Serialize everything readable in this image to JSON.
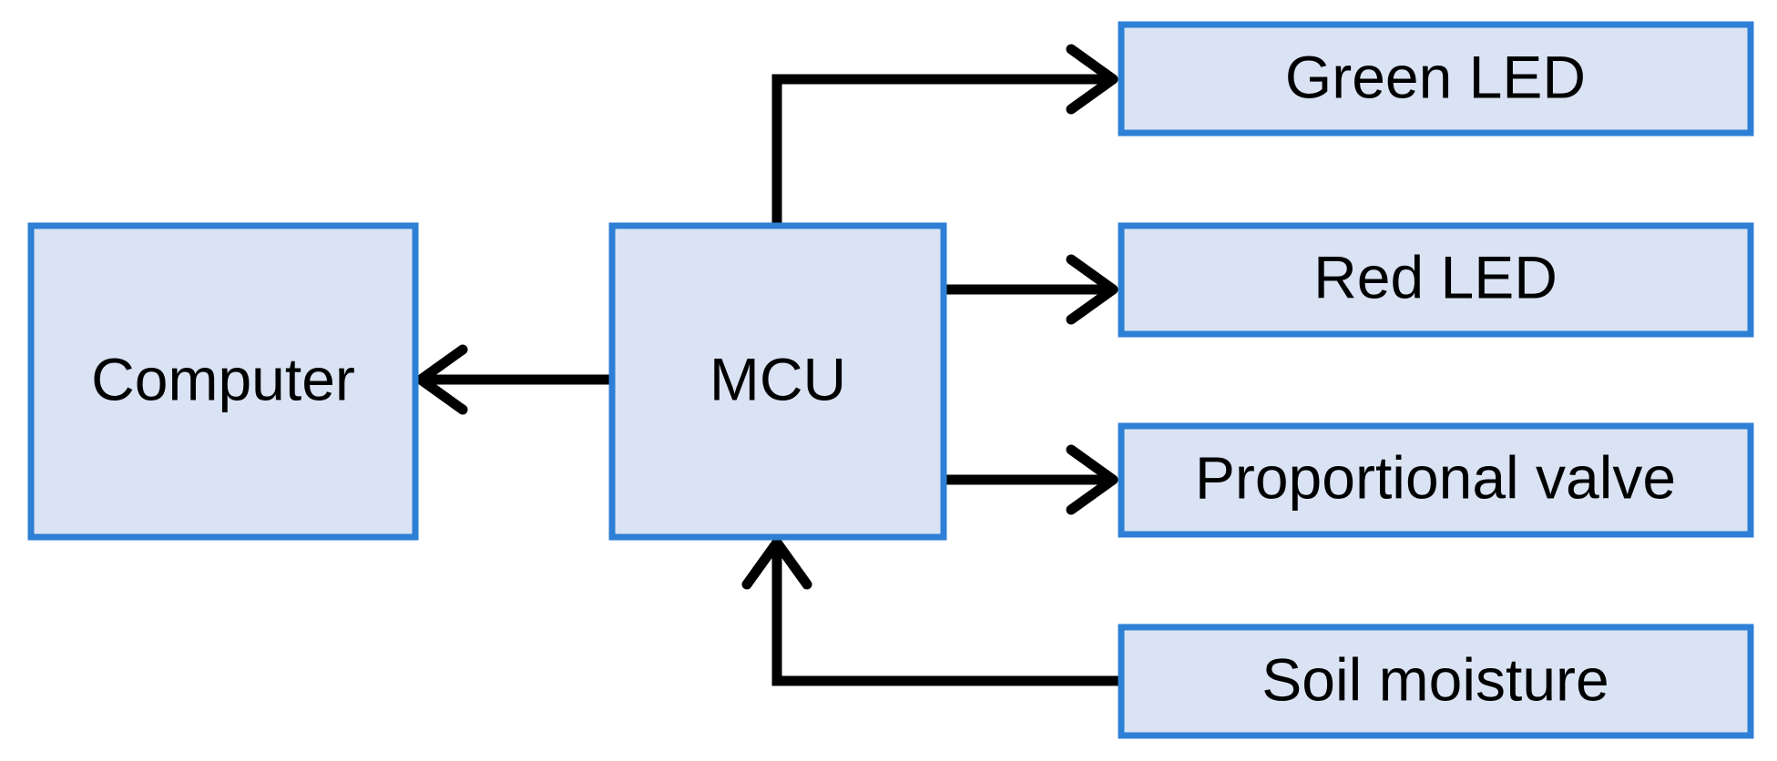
{
  "nodes": {
    "computer": {
      "label": "Computer"
    },
    "mcu": {
      "label": "MCU"
    },
    "green_led": {
      "label": "Green LED"
    },
    "red_led": {
      "label": "Red LED"
    },
    "proportional_valve": {
      "label": "Proportional valve"
    },
    "soil_moisture": {
      "label": "Soil moisture"
    }
  },
  "edges": [
    {
      "from": "MCU",
      "to": "Computer"
    },
    {
      "from": "MCU",
      "to": "Green LED"
    },
    {
      "from": "MCU",
      "to": "Red LED"
    },
    {
      "from": "MCU",
      "to": "Proportional valve"
    },
    {
      "from": "Soil moisture",
      "to": "MCU"
    }
  ],
  "colors": {
    "node_fill": "#dae3f3",
    "node_border": "#2e7fd6",
    "connector": "#000000",
    "text": "#000000"
  }
}
